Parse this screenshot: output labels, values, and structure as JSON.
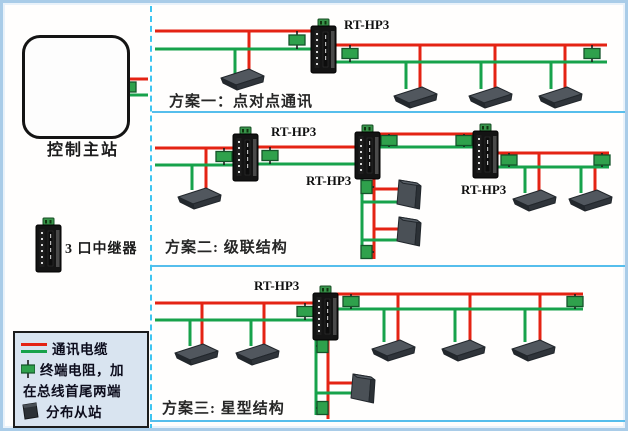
{
  "frame": {
    "border_color": "#A9CCE8",
    "divider_color": "#56BEEC",
    "dashed_separator_color": "#3EC5F1"
  },
  "colors": {
    "cable_red": "#E42313",
    "cable_green": "#17A24B",
    "terminator_fill": "#2FA14C",
    "device_body": "#4a5056",
    "repeater_body": "#141414",
    "legend_bg": "#D9E4F0"
  },
  "master_station": {
    "label": "控制主站"
  },
  "repeater": {
    "model": "RT-HP3",
    "legend_label": "3 口中继器"
  },
  "schemes": [
    {
      "id": 1,
      "label": "方案一：点对点通讯"
    },
    {
      "id": 2,
      "label": "方案二: 级联结构"
    },
    {
      "id": 3,
      "label": "方案三: 星型结构"
    }
  ],
  "legend": {
    "rows": [
      {
        "icon": "cable-pair-icon",
        "text": "通讯电缆"
      },
      {
        "icon": "terminator-icon",
        "text": "终端电阻，加"
      },
      {
        "icon": "",
        "text": "在总线首尾两端"
      },
      {
        "icon": "slave-device-icon",
        "text": "分布从站"
      }
    ]
  }
}
